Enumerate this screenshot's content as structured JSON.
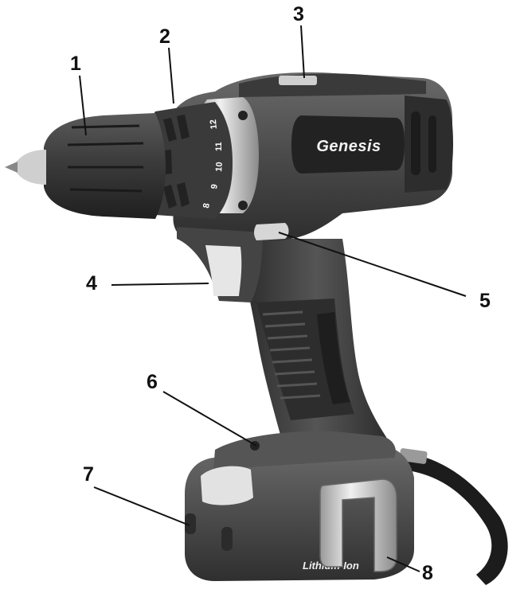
{
  "callouts": [
    {
      "number": "1"
    },
    {
      "number": "2"
    },
    {
      "number": "3"
    },
    {
      "number": "4"
    },
    {
      "number": "5"
    },
    {
      "number": "6"
    },
    {
      "number": "7"
    },
    {
      "number": "8"
    }
  ],
  "brand_logo": "Genesis",
  "clutch_ring_numbers": [
    "8",
    "9",
    "10",
    "11",
    "12"
  ],
  "battery_label": "Lithium-Ion",
  "colors": {
    "body_dark": "#3a3a3a",
    "body_mid": "#5a5a5a",
    "grip": "#2c2c2c",
    "accent_light": "#e6e6e6",
    "chrome": "#bdbdbd",
    "strap": "#1c1c1c"
  }
}
